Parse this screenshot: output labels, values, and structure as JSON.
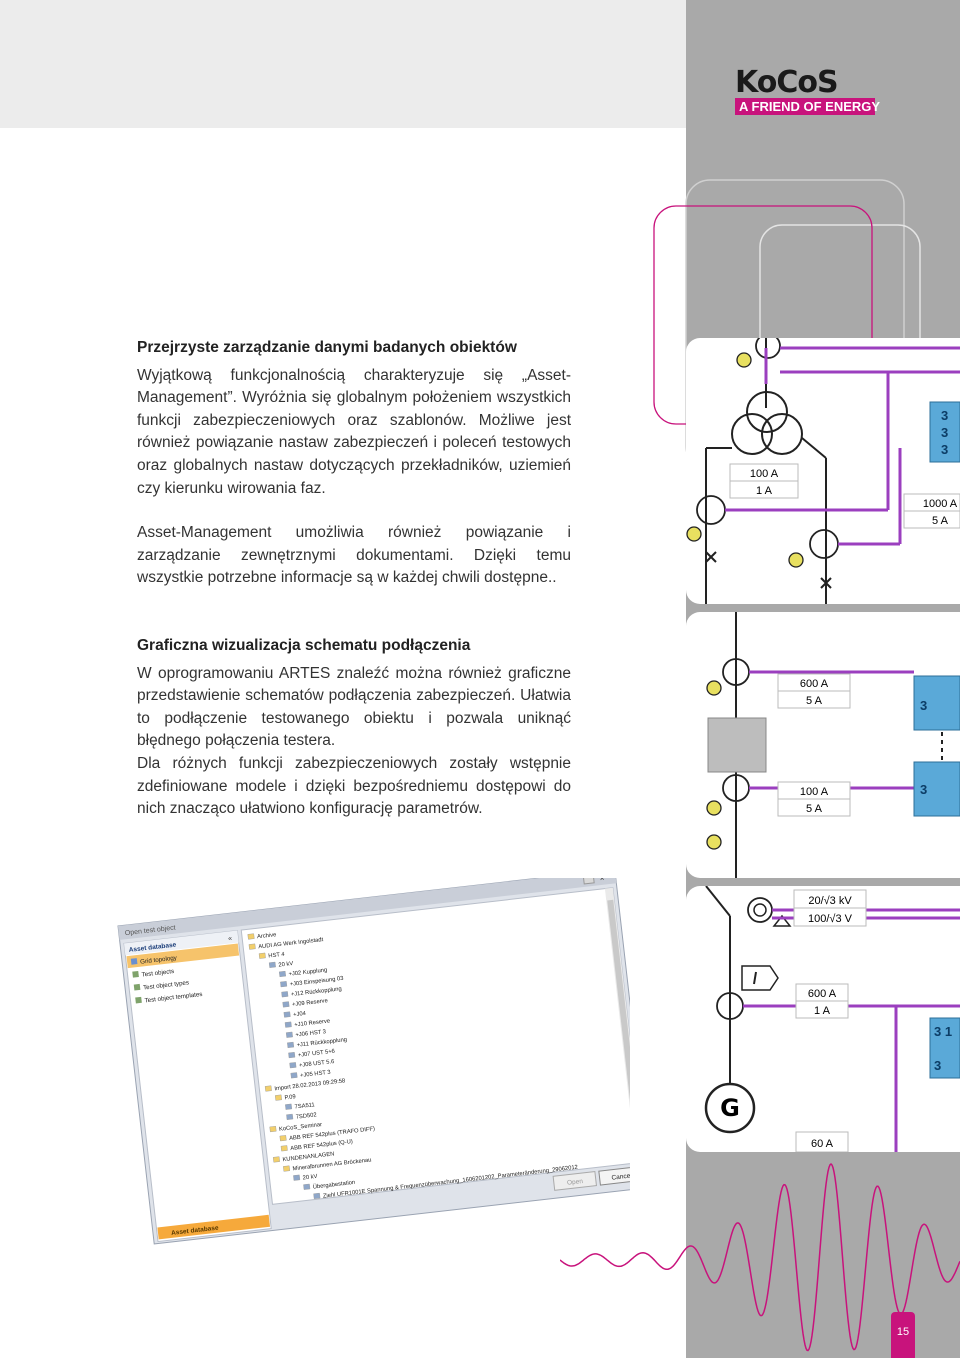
{
  "brand": {
    "name": "KoCoS",
    "tagline": "A FRIEND OF ENERGY"
  },
  "sections": [
    {
      "heading": "Przejrzyste zarządzanie danymi badanych obiektów",
      "paragraphs": [
        "Wyjątkową funkcjonalnością charakteryzuje się „Asset-Management”. Wyróżnia się globalnym położeniem wszystkich funkcji zabezpieczeniowych oraz szablonów. Możliwe jest również powiązanie nastaw zabezpieczeń i poleceń testowych oraz globalnych nastaw dotyczących przekładników, uziemień czy kierunku wirowania faz.",
        "Asset-Management umożliwia również powiązanie i zarządzanie zewnętrznymi dokumentami. Dzięki temu wszystkie potrzebne informacje są w każdej chwili dostępne.."
      ]
    },
    {
      "heading": "Graficzna wizualizacja schematu podłączenia",
      "paragraphs": [
        "W oprogramowaniu ARTES znaleźć można również graficzne przedstawienie schematów podłączenia zabezpieczeń. Ułatwia to podłączenie testowanego obiektu i pozwala uniknąć błędnego połączenia testera.",
        "Dla różnych funkcji zabezpieczeniowych zostały wstępnie zdefiniowane modele i dzięki bezpośredniemu dostępowi do nich znacząco ułatwiono konfigurację parametrów."
      ]
    }
  ],
  "schematic1": {
    "ct1": [
      "100 A",
      "1 A"
    ],
    "ct2": [
      "1000 A",
      "5 A"
    ],
    "channels": [
      "3",
      "3",
      "3"
    ]
  },
  "schematic2": {
    "ct1": [
      "600 A",
      "5 A"
    ],
    "ct2": [
      "100 A",
      "5 A"
    ],
    "channels": [
      "3",
      "3"
    ]
  },
  "schematic3": {
    "vt": [
      "20/√3 kV",
      "100/√3 V"
    ],
    "ct": [
      "600 A",
      "1 A"
    ],
    "ct_gen": "60 A",
    "generator": "G",
    "channels": [
      "3 1",
      "3"
    ]
  },
  "screenshot": {
    "window_title": "Open test object",
    "panel_title": "Asset database",
    "collapse": "«",
    "nav": [
      "Grid topology",
      "Test objects",
      "Test object types",
      "Test object templates"
    ],
    "footer_tab": "Asset database",
    "tree": [
      {
        "d": 0,
        "t": "Archive"
      },
      {
        "d": 0,
        "t": "AUDI AG Werk Ingolstadt"
      },
      {
        "d": 1,
        "t": "HST 4"
      },
      {
        "d": 2,
        "t": "20 kV"
      },
      {
        "d": 3,
        "t": "+J02 Kupplung"
      },
      {
        "d": 3,
        "t": "+J03 Einspeisung 03"
      },
      {
        "d": 3,
        "t": "+J12 Rückkopplung"
      },
      {
        "d": 3,
        "t": "+J09 Reserve"
      },
      {
        "d": 3,
        "t": "+J04"
      },
      {
        "d": 3,
        "t": "+J10 Reserve"
      },
      {
        "d": 3,
        "t": "+J06 HST 3"
      },
      {
        "d": 3,
        "t": "+J11 Rückkopplung"
      },
      {
        "d": 3,
        "t": "+J07 UST 5+6"
      },
      {
        "d": 3,
        "t": "+J08 UST 5.6"
      },
      {
        "d": 3,
        "t": "+J05 HST 3"
      },
      {
        "d": 0,
        "t": "Import 28.02.2013 09:29:58"
      },
      {
        "d": 1,
        "t": "P.09"
      },
      {
        "d": 2,
        "t": "7SA511"
      },
      {
        "d": 2,
        "t": "7SD502"
      },
      {
        "d": 0,
        "t": "KoCoS_Seminar"
      },
      {
        "d": 1,
        "t": "ABB REF 542plus (TRAFO DIFF)"
      },
      {
        "d": 1,
        "t": "ABB REF 542plus (Q-U)"
      },
      {
        "d": 0,
        "t": "KUNDENANLAGEN"
      },
      {
        "d": 1,
        "t": "Mineralbrunnen AG Bröckenau"
      },
      {
        "d": 2,
        "t": "20 kV"
      },
      {
        "d": 3,
        "t": "Übergabestation"
      },
      {
        "d": 4,
        "t": "Ziehl UFR1001E Spannung & Frequenzüberwachung_1606201202_Parameteränderung_29062012"
      }
    ],
    "btn_open": "Open",
    "btn_cancel": "Cancel"
  },
  "page_number": "15",
  "colors": {
    "accent": "#c8137c",
    "purple_line": "#9b3fbf",
    "channel_box": "#5aa9d8"
  }
}
